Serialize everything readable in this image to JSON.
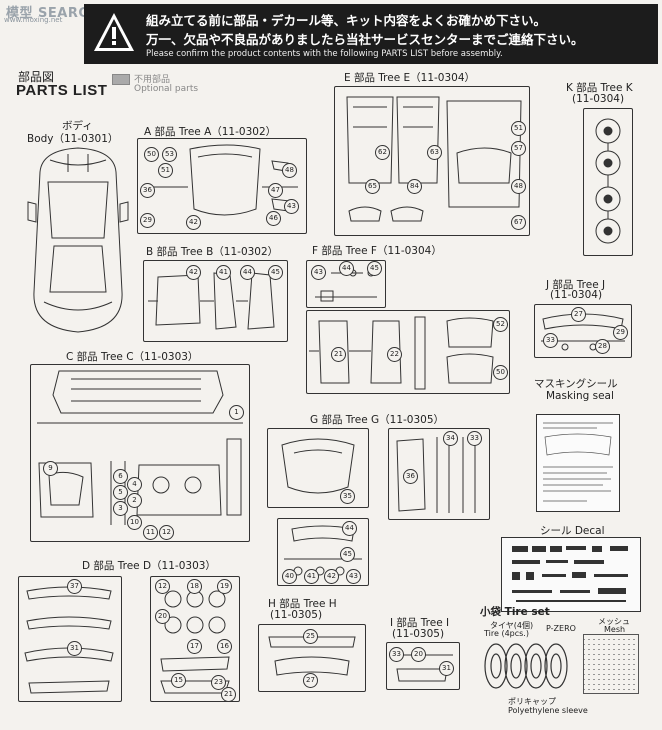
{
  "watermark": {
    "brand": "模型 SEARCH",
    "url": "www.moxing.net"
  },
  "warning": {
    "jp_line1": "組み立てる前に部品・デカール等、キット内容をよくお確かめ下さい。",
    "jp_line2": "万一、欠品や不良品がありましたら当社サービスセンターまでご連絡下さい。",
    "en_line": "Please confirm the product contents with the following PARTS LIST before assembly."
  },
  "title": {
    "jp": "部品図",
    "en": "PARTS LIST"
  },
  "legend": {
    "jp": "不用部品",
    "en": "Optional parts"
  },
  "body": {
    "jp": "ボディ",
    "en": "Body（11-0301）"
  },
  "trees": {
    "a": "A 部品 Tree A（11-0302）",
    "b": "B 部品 Tree B（11-0302）",
    "c": "C 部品 Tree C（11-0303）",
    "d": "D 部品 Tree D（11-0303）",
    "e": "E 部品 Tree E（11-0304）",
    "f": "F 部品 Tree F（11-0304）",
    "g": "G 部品 Tree G（11-0305）",
    "h": "H 部品 Tree H",
    "h_code": "(11-0305)",
    "i": "I 部品 Tree I",
    "i_code": "(11-0305)",
    "j": "J 部品 Tree J",
    "j_code": "(11-0304)",
    "k": "K 部品 Tree K",
    "k_code": "(11-0304)"
  },
  "masking": {
    "jp": "マスキングシール",
    "en": "Masking seal"
  },
  "decal": {
    "label": "シール Decal"
  },
  "tire_set": {
    "title": "小袋 Tire set",
    "tire_jp": "タイヤ(4個)",
    "tire_en": "Tire (4pcs.)",
    "pzero": "P-ZERO",
    "mesh_jp": "メッシュ",
    "mesh_en": "Mesh",
    "sleeve_jp": "ポリキャップ",
    "sleeve_en": "Polyethylene sleeve"
  },
  "part_numbers": {
    "a": [
      "50",
      "53",
      "51",
      "36",
      "47",
      "48",
      "29",
      "42",
      "46",
      "43"
    ],
    "b": [
      "42",
      "41",
      "44",
      "45"
    ],
    "c": [
      "1",
      "9",
      "6",
      "5",
      "3",
      "4",
      "2",
      "10",
      "11",
      "12"
    ],
    "d": [
      "37",
      "31",
      "12",
      "18",
      "19",
      "20",
      "17",
      "16",
      "15",
      "23",
      "21"
    ],
    "e": [
      "65",
      "84",
      "63",
      "62",
      "51",
      "67",
      "48",
      "57"
    ],
    "f": [
      "43",
      "44",
      "45",
      "52",
      "50",
      "21",
      "22"
    ],
    "g": [
      "34",
      "36",
      "35",
      "33",
      "44",
      "45",
      "40",
      "41",
      "42",
      "43"
    ],
    "h": [
      "25",
      "27"
    ],
    "i": [
      "20",
      "33",
      "31"
    ],
    "j": [
      "27",
      "33",
      "28",
      "29"
    ]
  }
}
